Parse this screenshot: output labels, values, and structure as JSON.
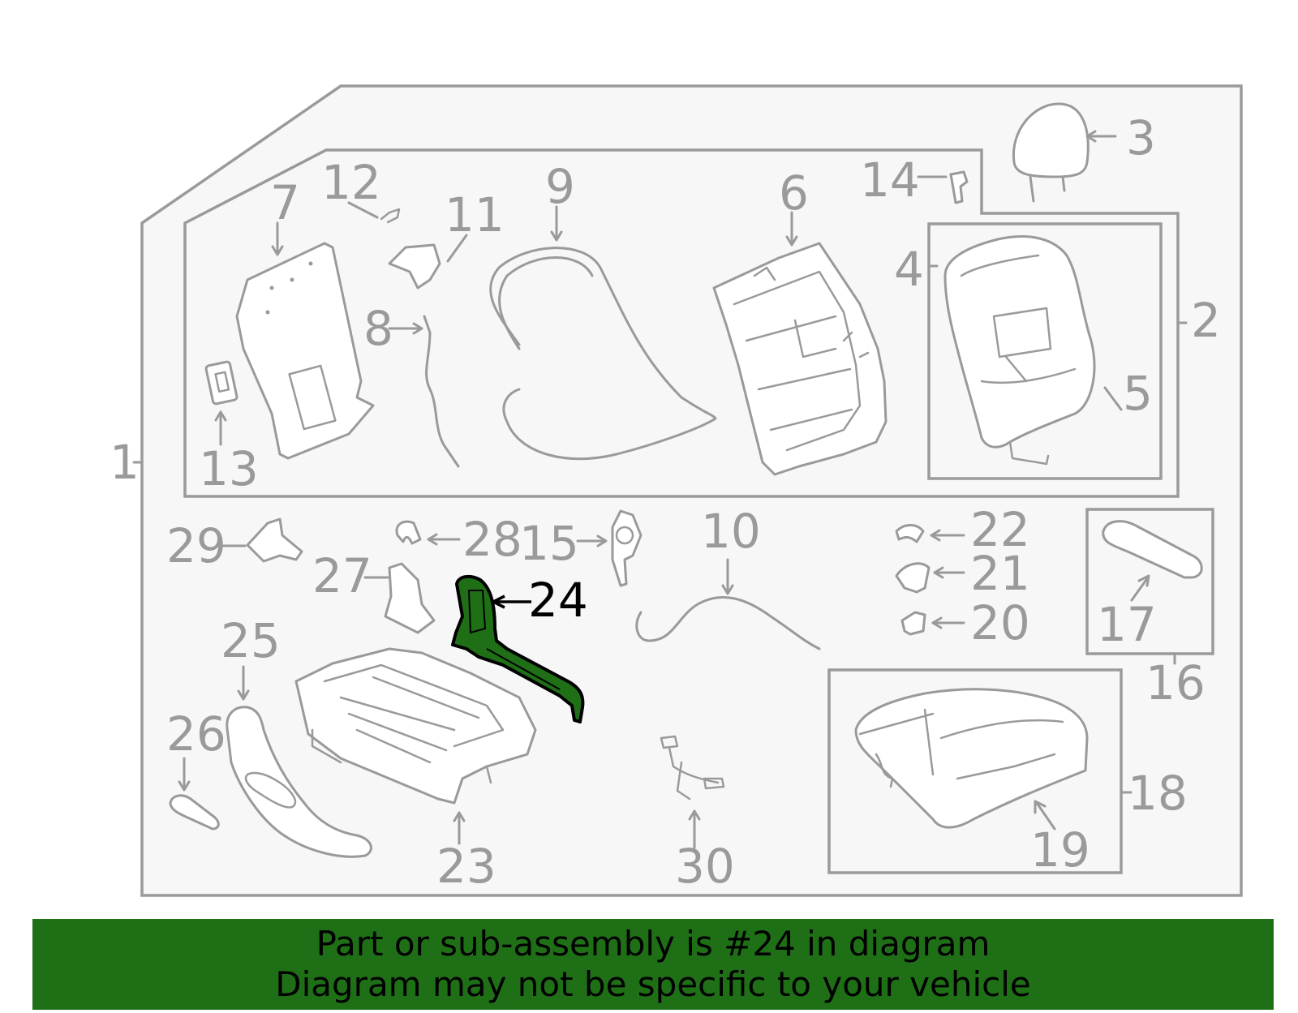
{
  "diagram": {
    "highlighted_part": "24",
    "highlight_color": "#1f6f17",
    "line_color": "#9a9a9a",
    "labels": {
      "l1": "1",
      "l2": "2",
      "l3": "3",
      "l4": "4",
      "l5": "5",
      "l6": "6",
      "l7": "7",
      "l8": "8",
      "l9": "9",
      "l10": "10",
      "l11": "11",
      "l12": "12",
      "l13": "13",
      "l14": "14",
      "l15": "15",
      "l16": "16",
      "l17": "17",
      "l18": "18",
      "l19": "19",
      "l20": "20",
      "l21": "21",
      "l22": "22",
      "l23": "23",
      "l24": "24",
      "l25": "25",
      "l26": "26",
      "l27": "27",
      "l28": "28",
      "l29": "29",
      "l30": "30"
    }
  },
  "caption": {
    "line1": "Part or sub-assembly is #24 in diagram",
    "line2": "Diagram may not be specific to your vehicle",
    "background": "#1f6f17"
  }
}
